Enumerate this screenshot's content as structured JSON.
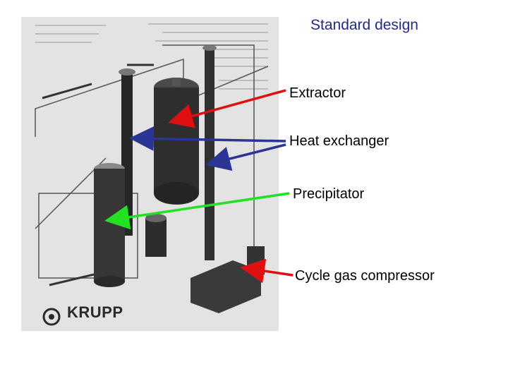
{
  "title": "Standard design",
  "labels": {
    "extractor": "Extractor",
    "heat_exchanger": "Heat exchanger",
    "precipitator": "Precipitator",
    "compressor": "Cycle gas compressor"
  },
  "brand": {
    "name": "KRUPP"
  },
  "colors": {
    "extractor_arrow": "#e01010",
    "heat_exchanger_arrow": "#2a3596",
    "precipitator_arrow": "#22e022",
    "compressor_arrow": "#e01010",
    "title": "#1f2a8c"
  }
}
